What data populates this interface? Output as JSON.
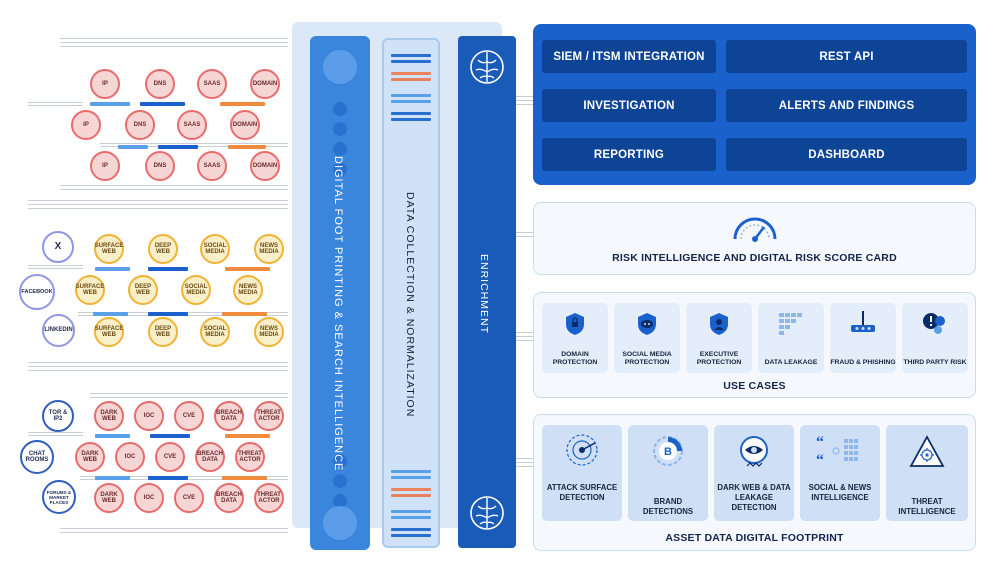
{
  "left_network": {
    "ip": "IP",
    "dns": "DNS",
    "saas": "SAAS",
    "domain": "DOMAIN",
    "x": "X",
    "facebook": "FACEBOOK",
    "linkedin": "LINKEDIN",
    "surface_web": "SURFACE WEB",
    "deep_web": "DEEP WEB",
    "social_media": "SOCIAL MEDIA",
    "news_media": "NEWS MEDIA",
    "tor": "TOR & IP2",
    "chat_rooms": "CHAT ROOMS",
    "forums": "FORUMS & MARKET PLACES",
    "dark_web": "DARK WEB",
    "ioc": "IOC",
    "cve": "CVE",
    "breach_data": "BREACH DATA",
    "threat_actor": "THREAT ACTOR"
  },
  "columns": {
    "footprinting": "DIGITAL FOOT PRINTING & SEARCH INTELLIGENCE",
    "collection": "DATA COLLECTION & NORMALIZATION",
    "enrichment": "ENRICHMENT"
  },
  "integrations": {
    "siem": "SIEM / ITSM INTEGRATION",
    "rest": "REST API",
    "investigation": "INVESTIGATION",
    "alerts": "ALERTS AND FINDINGS",
    "reporting": "REPORTING",
    "dashboard": "DASHBOARD"
  },
  "risk": {
    "title": "RISK INTELLIGENCE AND DIGITAL RISK SCORE CARD"
  },
  "use_cases": {
    "title": "USE CASES",
    "items": [
      {
        "label": "DOMAIN PROTECTION",
        "icon": "shield-lock-icon"
      },
      {
        "label": "SOCIAL MEDIA PROTECTION",
        "icon": "shield-chat-icon"
      },
      {
        "label": "EXECUTIVE PROTECTION",
        "icon": "shield-person-icon"
      },
      {
        "label": "DATA LEAKAGE",
        "icon": "grid-leak-icon"
      },
      {
        "label": "FRAUD & PHISHING",
        "icon": "hook-icon"
      },
      {
        "label": "THIRD PARTY RISK",
        "icon": "third-party-icon"
      }
    ]
  },
  "asset": {
    "title": "ASSET DATA DIGITAL FOOTPRINT",
    "items": [
      {
        "label": "ATTACK SURFACE DETECTION",
        "icon": "radar-icon"
      },
      {
        "label": "BRAND DETECTIONS",
        "icon": "brand-icon"
      },
      {
        "label": "DARK WEB & DATA LEAKAGE DETECTION",
        "icon": "eye-icon"
      },
      {
        "label": "SOCIAL & NEWS INTELLIGENCE",
        "icon": "quote-icon"
      },
      {
        "label": "THREAT INTELLIGENCE",
        "icon": "warning-icon"
      }
    ]
  },
  "colors": {
    "red": "#e76d6d",
    "yellow": "#f0b335",
    "blue": "#1b61cc",
    "navy": "#0d4495",
    "light": "#dbe8f7"
  }
}
